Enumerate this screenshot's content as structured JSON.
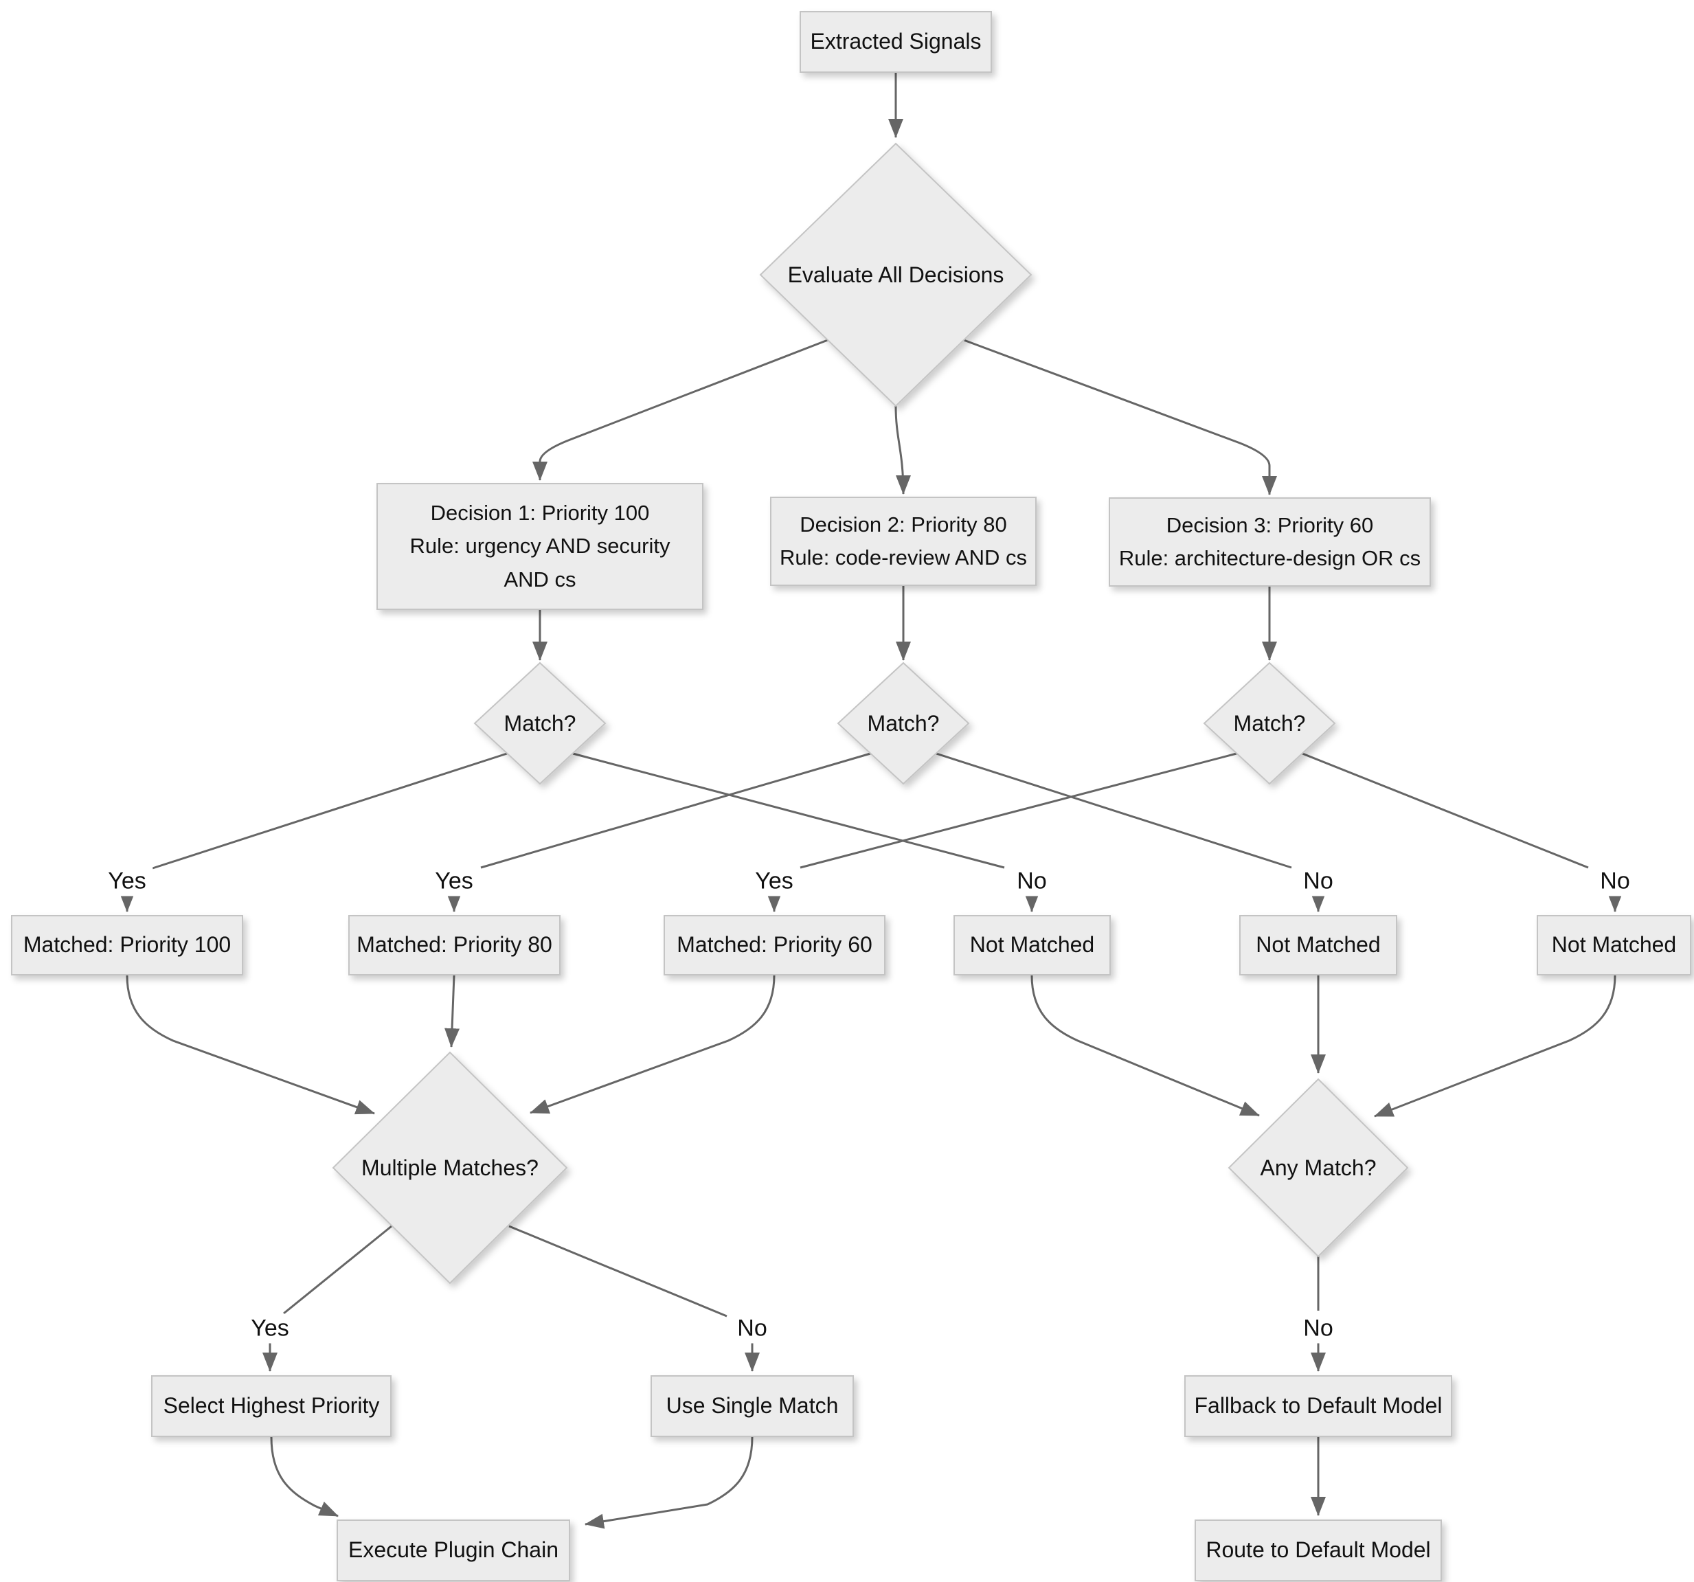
{
  "diagram": {
    "type": "flowchart",
    "colors": {
      "background": "#ffffff",
      "node_fill": "#ececec",
      "node_border": "#c4c4c4",
      "edge": "#666666",
      "text": "#111111"
    },
    "nodes": {
      "extracted_signals": {
        "label": "Extracted Signals"
      },
      "evaluate_all_decisions": {
        "label": "Evaluate All Decisions"
      },
      "decision_1": {
        "label": "Decision 1: Priority 100\nRule: urgency AND security\nAND cs"
      },
      "decision_2": {
        "label": "Decision 2: Priority 80\nRule: code-review AND cs"
      },
      "decision_3": {
        "label": "Decision 3: Priority 60\nRule: architecture-design OR cs"
      },
      "match_1": {
        "label": "Match?"
      },
      "match_2": {
        "label": "Match?"
      },
      "match_3": {
        "label": "Match?"
      },
      "matched_100": {
        "label": "Matched: Priority 100"
      },
      "matched_80": {
        "label": "Matched: Priority 80"
      },
      "matched_60": {
        "label": "Matched: Priority 60"
      },
      "not_matched_1": {
        "label": "Not Matched"
      },
      "not_matched_2": {
        "label": "Not Matched"
      },
      "not_matched_3": {
        "label": "Not Matched"
      },
      "multiple_matches": {
        "label": "Multiple Matches?"
      },
      "any_match": {
        "label": "Any Match?"
      },
      "select_highest": {
        "label": "Select Highest Priority"
      },
      "use_single": {
        "label": "Use Single Match"
      },
      "fallback": {
        "label": "Fallback to Default Model"
      },
      "execute_chain": {
        "label": "Execute Plugin Chain"
      },
      "route_default": {
        "label": "Route to Default Model"
      }
    },
    "edge_labels": {
      "yes_1": "Yes",
      "yes_2": "Yes",
      "yes_3": "Yes",
      "no_1": "No",
      "no_2": "No",
      "no_3": "No",
      "mm_yes": "Yes",
      "mm_no": "No",
      "am_no": "No"
    }
  }
}
